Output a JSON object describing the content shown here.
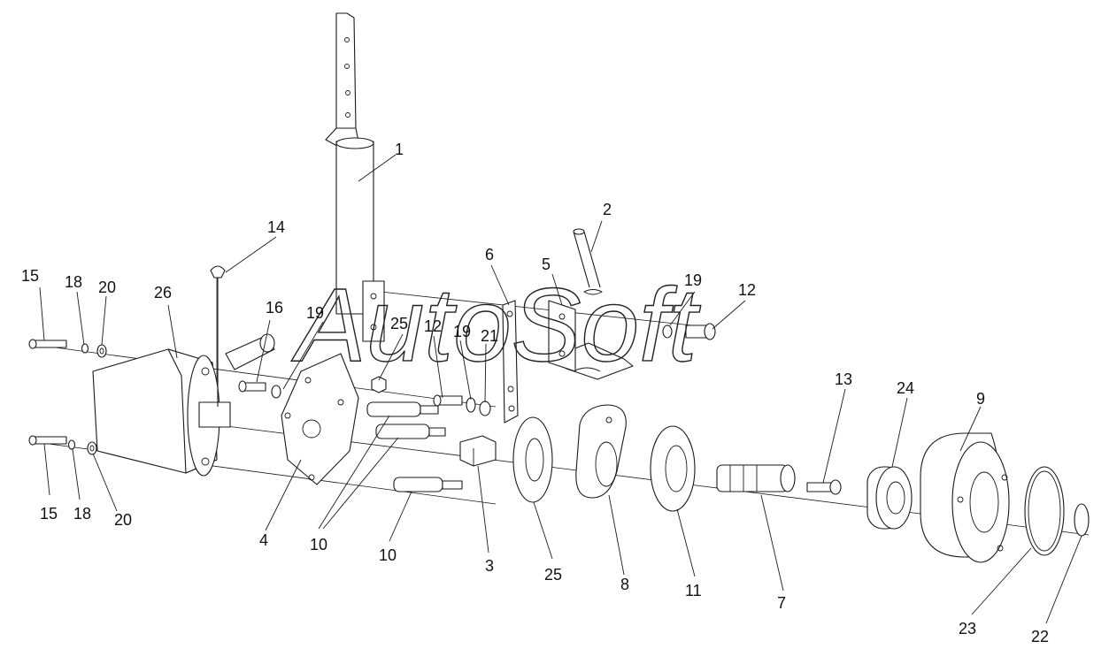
{
  "watermark": "AutoSoft",
  "callouts": [
    {
      "id": "c1",
      "text": "1"
    },
    {
      "id": "c2",
      "text": "2"
    },
    {
      "id": "c3",
      "text": "3"
    },
    {
      "id": "c4",
      "text": "4"
    },
    {
      "id": "c5",
      "text": "5"
    },
    {
      "id": "c6",
      "text": "6"
    },
    {
      "id": "c7",
      "text": "7"
    },
    {
      "id": "c8",
      "text": "8"
    },
    {
      "id": "c9",
      "text": "9"
    },
    {
      "id": "c10a",
      "text": "10"
    },
    {
      "id": "c10b",
      "text": "10"
    },
    {
      "id": "c11",
      "text": "11"
    },
    {
      "id": "c12a",
      "text": "12"
    },
    {
      "id": "c12b",
      "text": "12"
    },
    {
      "id": "c13",
      "text": "13"
    },
    {
      "id": "c14",
      "text": "14"
    },
    {
      "id": "c15a",
      "text": "15"
    },
    {
      "id": "c15b",
      "text": "15"
    },
    {
      "id": "c16",
      "text": "16"
    },
    {
      "id": "c18a",
      "text": "18"
    },
    {
      "id": "c18b",
      "text": "18"
    },
    {
      "id": "c19a",
      "text": "19"
    },
    {
      "id": "c19b",
      "text": "19"
    },
    {
      "id": "c19c",
      "text": "19"
    },
    {
      "id": "c20a",
      "text": "20"
    },
    {
      "id": "c20b",
      "text": "20"
    },
    {
      "id": "c21",
      "text": "21"
    },
    {
      "id": "c22",
      "text": "22"
    },
    {
      "id": "c23",
      "text": "23"
    },
    {
      "id": "c24",
      "text": "24"
    },
    {
      "id": "c25a",
      "text": "25"
    },
    {
      "id": "c25b",
      "text": "25"
    },
    {
      "id": "c26",
      "text": "26"
    }
  ]
}
